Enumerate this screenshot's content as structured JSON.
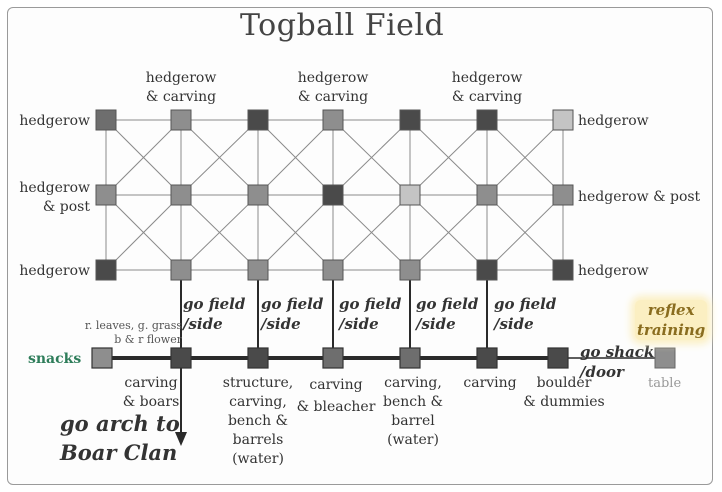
{
  "title": "Togball Field",
  "colors": {
    "node_dark": "#4a4a4a",
    "node_mid": "#6e6e6e",
    "node_light": "#8e8e8e",
    "node_pale": "#c4c4c4",
    "edge": "#8a8a8a",
    "path": "#2a2a2a",
    "snacks": "#2e7d5a",
    "reflex_bg": "#fbefc2"
  },
  "grid": {
    "rows": [
      [
        "mid",
        "light",
        "dark",
        "light",
        "dark",
        "dark",
        "pale"
      ],
      [
        "light",
        "light",
        "light",
        "dark",
        "pale",
        "light",
        "light"
      ],
      [
        "dark",
        "light",
        "light",
        "light",
        "light",
        "dark",
        "dark"
      ]
    ],
    "top_labels": [
      "hedgerow\n& carving",
      "hedgerow\n& carving",
      "hedgerow\n& carving"
    ],
    "left_labels": [
      "hedgerow",
      "hedgerow\n& post",
      "hedgerow"
    ],
    "right_labels": [
      "hedgerow",
      "hedgerow & post",
      "hedgerow"
    ]
  },
  "go_field": [
    "go field\n/side",
    "go field\n/side",
    "go field\n/side",
    "go field\n/side",
    "go field\n/side"
  ],
  "path_nodes": [
    "light",
    "dark",
    "dark",
    "mid",
    "mid",
    "dark",
    "dark"
  ],
  "path_labels": {
    "flower_note": "r. leaves, g. grass\nb & r flower",
    "snacks": "snacks",
    "carving_boars": "carving\n& boars",
    "structure": "structure,\ncarving,\nbench &\nbarrels\n(water)",
    "carving_bleacher_1": "carving",
    "carving_bleacher_2": "& bleacher",
    "carving_bench": "carving,\nbench &\nbarrel\n(water)",
    "carving": "carving",
    "boulder": "boulder\n& dummies",
    "go_shack": "go shack\n/door",
    "reflex": "reflex\ntraining",
    "table": "table",
    "go_arch": "go arch to\nBoar Clan"
  }
}
